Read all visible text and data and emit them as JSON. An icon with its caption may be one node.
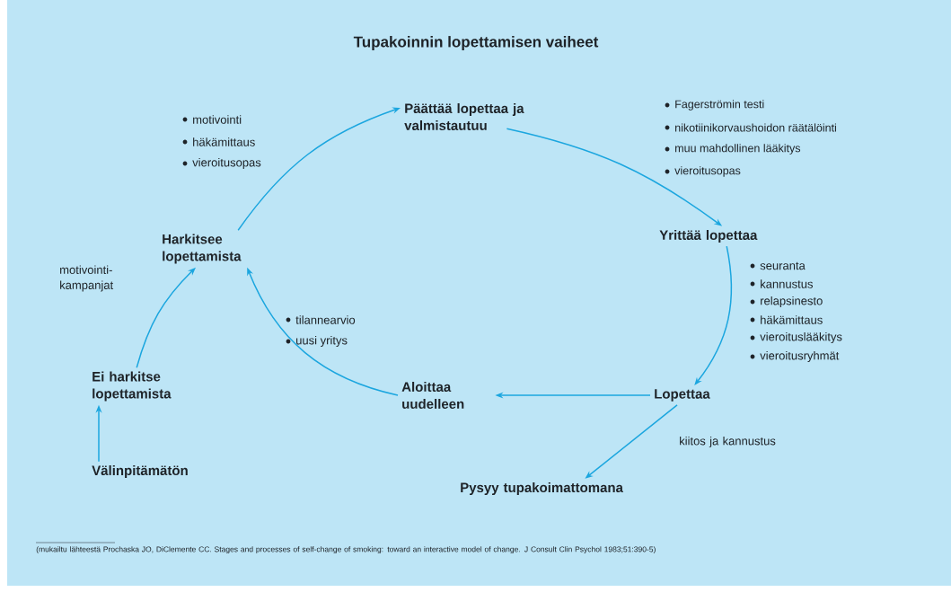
{
  "diagram": {
    "title": "Tupakoinnin lopettamisen vaiheet",
    "caption": "(mukailtu lähteestä Prochaska JO, DiClemente CC. Stages and processes of self-change of smoking: toward an interactive model of change. J Consult Clin Psychol 1983;51:390-5)",
    "nodes": [
      {
        "text": [
          "Harkitsee lopettamista"
        ]
      },
      {
        "text": [
          "Päättää lopettaa ja valmistautuu"
        ]
      },
      {
        "text": [
          "Yrittää lopettaa"
        ]
      },
      {
        "text": [
          "Lopettaa"
        ]
      },
      {
        "text": [
          "Aloittaa uudelleen"
        ]
      },
      {
        "text": [
          "Ei harkitse lopettamista"
        ]
      },
      {
        "text": [
          "Välinpitämätön"
        ]
      },
      {
        "text": [
          "Pysyy tupakoimattomana"
        ]
      }
    ],
    "edges": [
      {
        "from": 0,
        "to": 1,
        "arrow": "to"
      },
      {
        "from": 1,
        "to": 2,
        "arrow": "to"
      },
      {
        "from": 2,
        "to": 3,
        "arrow": "to"
      },
      {
        "from": 3,
        "to": 4,
        "arrow": "to"
      },
      {
        "from": 4,
        "to": 0,
        "arrow": "to"
      },
      {
        "from": 5,
        "to": 0,
        "arrow": "to",
        "label": "motivointi-kampanjat"
      },
      {
        "from": 6,
        "to": 5,
        "arrow": "to"
      },
      {
        "from": 3,
        "to": 7,
        "arrow": "to",
        "label": "kiitos ja kannustus"
      }
    ],
    "labels": [
      "motivointi",
      "häkämittaus",
      "vieroitusopas",
      "Fagerströmin testi",
      "nikotiinikorvaushoidon räätälöinti",
      "muu mahdollinen lääkitys",
      "vieroitusopas",
      "seuranta",
      "kannustus",
      "relapsinesto",
      "häkämittaus",
      "vieroituslääkitys",
      "vieroitusryhmät",
      "tilannearvio",
      "uusi yritys"
    ]
  }
}
